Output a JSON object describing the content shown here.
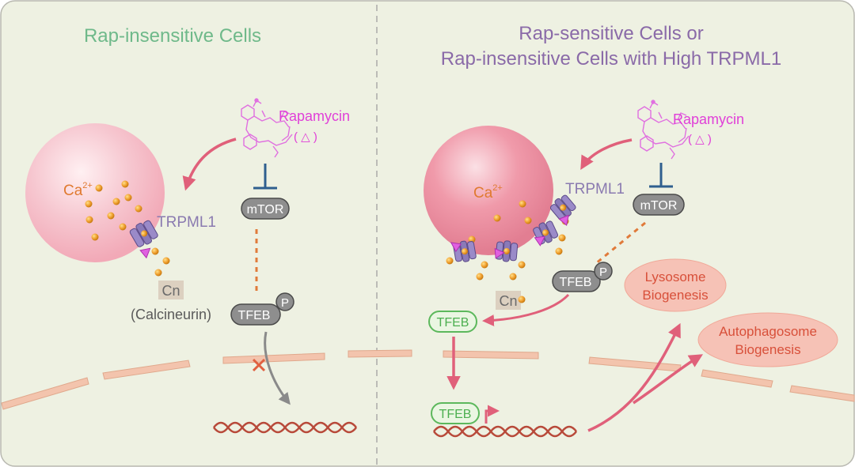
{
  "panels": {
    "left": {
      "title": "Rap-insensitive Cells",
      "rapamycin_label": "Rapamycin",
      "rapamycin_symbol": "( △ )",
      "ca_label": "Ca",
      "ca_sup": "2+",
      "trpml1_label": "TRPML1",
      "mtor_label": "mTOR",
      "cn_label": "Cn",
      "calcineurin_label": "(Calcineurin)",
      "tfeb_label": "TFEB",
      "p_label": "P"
    },
    "right": {
      "title_line1": "Rap-sensitive Cells or",
      "title_line2": "Rap-insensitive Cells with High TRPML1",
      "rapamycin_label": "Rapamycin",
      "rapamycin_symbol": "( △ )",
      "ca_label": "Ca",
      "ca_sup": "2+",
      "trpml1_label": "TRPML1",
      "mtor_label": "mTOR",
      "cn_label": "Cn",
      "tfeb_p_label": "TFEB",
      "p_label": "P",
      "tfeb_cyto_label": "TFEB",
      "tfeb_nuc_label": "TFEB",
      "lysosome_line1": "Lysosome",
      "lysosome_line2": "Biogenesis",
      "autophagosome_line1": "Autophagosome",
      "autophagosome_line2": "Biogenesis"
    }
  },
  "colors": {
    "background": "#eef1e2",
    "left_title": "#6fb98a",
    "right_title": "#8a6aa8",
    "rapamycin": "#e040d8",
    "arrow_pink": "#e0607a",
    "inhibit_blue": "#2f5f8f",
    "dashed_orange": "#e07a3a",
    "calcium": "#e8a030",
    "channel": "#9a8ac8",
    "tfeb_green": "#5cb85c",
    "nucleus_band": "#f0c0a8",
    "dna": "#b84a3a",
    "outcome_fill": "#f4b4a8",
    "outcome_text": "#d8503a"
  }
}
